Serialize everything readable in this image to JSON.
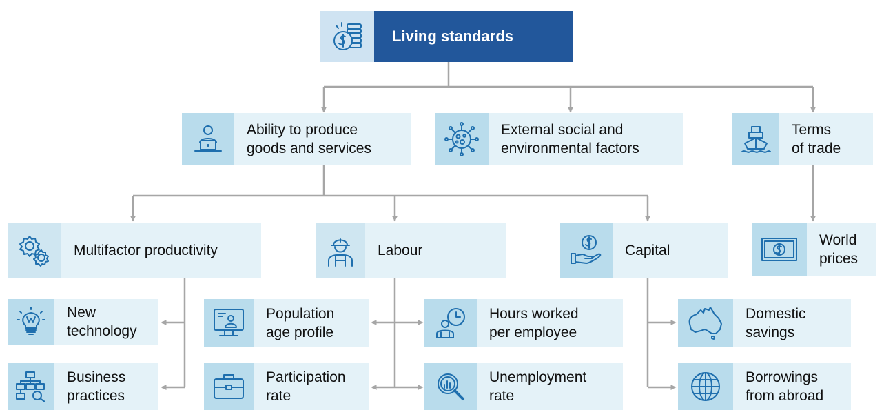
{
  "colors": {
    "main_box": "#22579b",
    "box": "#e4f2f8",
    "icon_box": "#b9dcec",
    "icon_stroke": "#1f6fae",
    "connector": "#a6a6a6",
    "text": "#111111"
  },
  "root": {
    "label": "Living standards",
    "icon": "coin-stack-icon"
  },
  "level1": {
    "ability": {
      "label": "Ability to produce\ngoods and services",
      "icon": "person-laptop-icon"
    },
    "external": {
      "label": "External social and\nenvironmental factors",
      "icon": "virus-icon"
    },
    "terms": {
      "label": "Terms\nof trade",
      "icon": "ship-icon"
    }
  },
  "level2": {
    "multifactor": {
      "label": "Multifactor productivity",
      "icon": "gears-icon"
    },
    "labour": {
      "label": "Labour",
      "icon": "worker-icon"
    },
    "capital": {
      "label": "Capital",
      "icon": "hand-coin-icon"
    },
    "world_prices": {
      "label": "World\nprices",
      "icon": "banknote-icon"
    }
  },
  "level3": {
    "new_technology": {
      "label": "New\ntechnology",
      "icon": "lightbulb-icon"
    },
    "business_practices": {
      "label": "Business\npractices",
      "icon": "flowchart-icon"
    },
    "population_age": {
      "label": "Population\nage profile",
      "icon": "monitor-person-icon"
    },
    "participation_rate": {
      "label": "Participation\nrate",
      "icon": "briefcase-icon"
    },
    "hours_worked": {
      "label": "Hours worked\nper employee",
      "icon": "person-clock-icon"
    },
    "unemployment_rate": {
      "label": "Unemployment\nrate",
      "icon": "magnifier-chart-icon"
    },
    "domestic_savings": {
      "label": "Domestic\nsavings",
      "icon": "australia-map-icon"
    },
    "borrowings": {
      "label": "Borrowings\nfrom abroad",
      "icon": "globe-icon"
    }
  }
}
